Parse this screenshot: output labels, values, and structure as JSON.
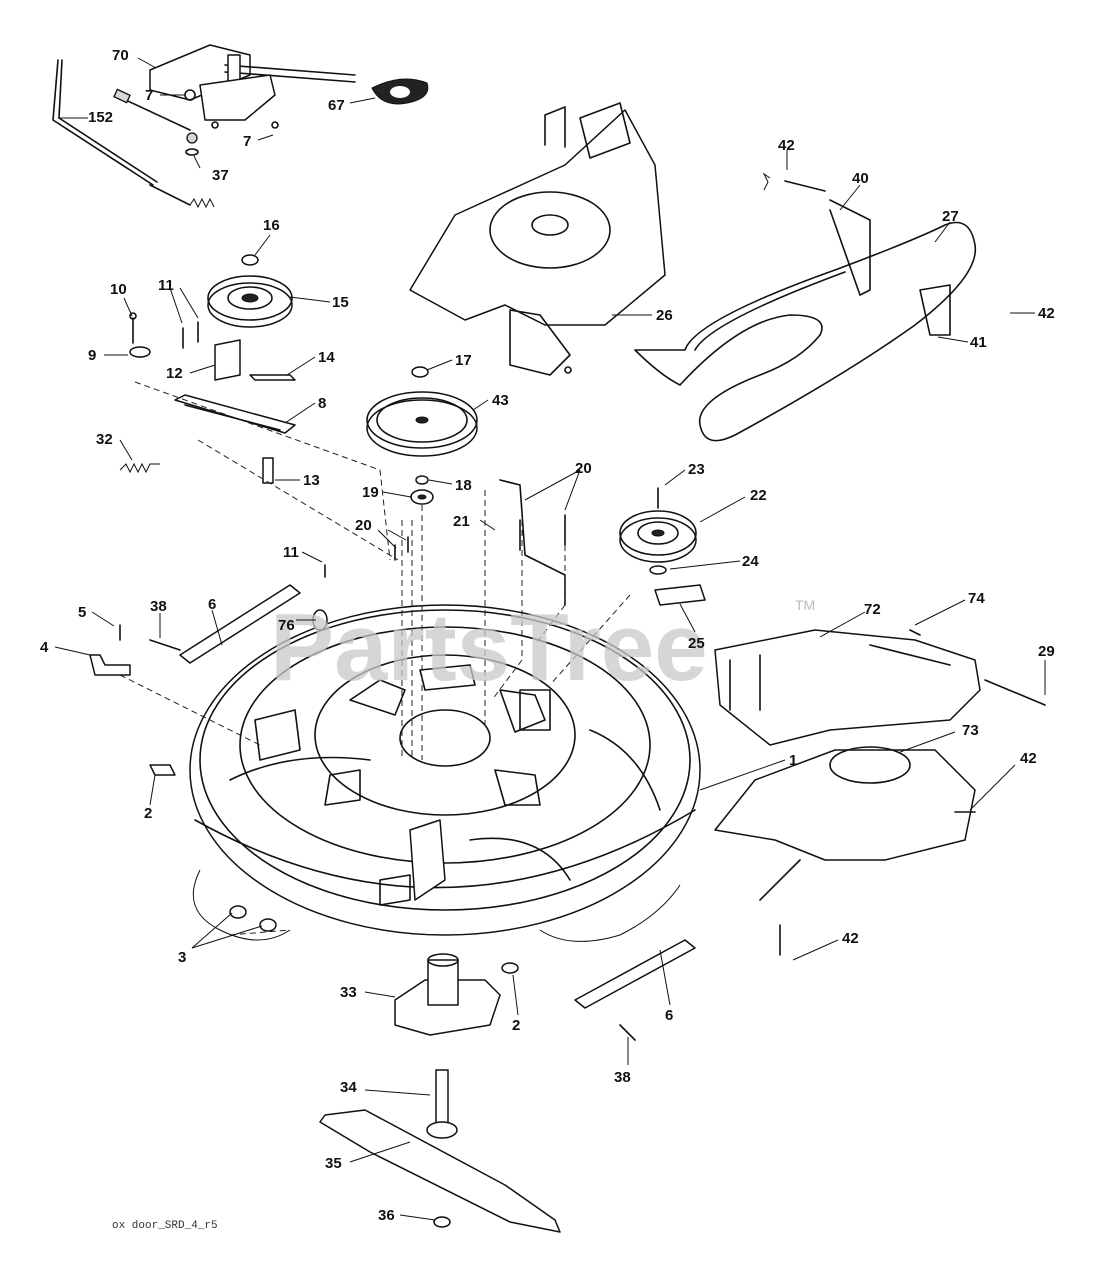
{
  "watermark": {
    "text": "PartsTree",
    "trademark": "TM"
  },
  "footer_code": "ox door_SRD_4_r5",
  "callouts": [
    {
      "id": "c70",
      "text": "70"
    },
    {
      "id": "c7a",
      "text": "7"
    },
    {
      "id": "c7b",
      "text": "7"
    },
    {
      "id": "c67",
      "text": "67"
    },
    {
      "id": "c152",
      "text": "152"
    },
    {
      "id": "c37",
      "text": "37"
    },
    {
      "id": "c16",
      "text": "16"
    },
    {
      "id": "c15",
      "text": "15"
    },
    {
      "id": "c10",
      "text": "10"
    },
    {
      "id": "c11a",
      "text": "11"
    },
    {
      "id": "c9",
      "text": "9"
    },
    {
      "id": "c12",
      "text": "12"
    },
    {
      "id": "c14",
      "text": "14"
    },
    {
      "id": "c8",
      "text": "8"
    },
    {
      "id": "c32",
      "text": "32"
    },
    {
      "id": "c13",
      "text": "13"
    },
    {
      "id": "c26",
      "text": "26"
    },
    {
      "id": "c17",
      "text": "17"
    },
    {
      "id": "c43",
      "text": "43"
    },
    {
      "id": "c18",
      "text": "18"
    },
    {
      "id": "c19",
      "text": "19"
    },
    {
      "id": "c42a",
      "text": "42"
    },
    {
      "id": "c40",
      "text": "40"
    },
    {
      "id": "c27",
      "text": "27"
    },
    {
      "id": "c42b",
      "text": "42"
    },
    {
      "id": "c41",
      "text": "41"
    },
    {
      "id": "c20a",
      "text": "20"
    },
    {
      "id": "c23",
      "text": "23"
    },
    {
      "id": "c22",
      "text": "22"
    },
    {
      "id": "c21",
      "text": "21"
    },
    {
      "id": "c20b",
      "text": "20"
    },
    {
      "id": "c11b",
      "text": "11"
    },
    {
      "id": "c24",
      "text": "24"
    },
    {
      "id": "c25",
      "text": "25"
    },
    {
      "id": "c5",
      "text": "5"
    },
    {
      "id": "c38a",
      "text": "38"
    },
    {
      "id": "c6a",
      "text": "6"
    },
    {
      "id": "c76",
      "text": "76"
    },
    {
      "id": "c4",
      "text": "4"
    },
    {
      "id": "c72",
      "text": "72"
    },
    {
      "id": "c74",
      "text": "74"
    },
    {
      "id": "c29",
      "text": "29"
    },
    {
      "id": "c73",
      "text": "73"
    },
    {
      "id": "c1",
      "text": "1"
    },
    {
      "id": "c2a",
      "text": "2"
    },
    {
      "id": "c42c",
      "text": "42"
    },
    {
      "id": "c3",
      "text": "3"
    },
    {
      "id": "c42d",
      "text": "42"
    },
    {
      "id": "c33",
      "text": "33"
    },
    {
      "id": "c2b",
      "text": "2"
    },
    {
      "id": "c6b",
      "text": "6"
    },
    {
      "id": "c38b",
      "text": "38"
    },
    {
      "id": "c34",
      "text": "34"
    },
    {
      "id": "c35",
      "text": "35"
    },
    {
      "id": "c36",
      "text": "36"
    }
  ]
}
